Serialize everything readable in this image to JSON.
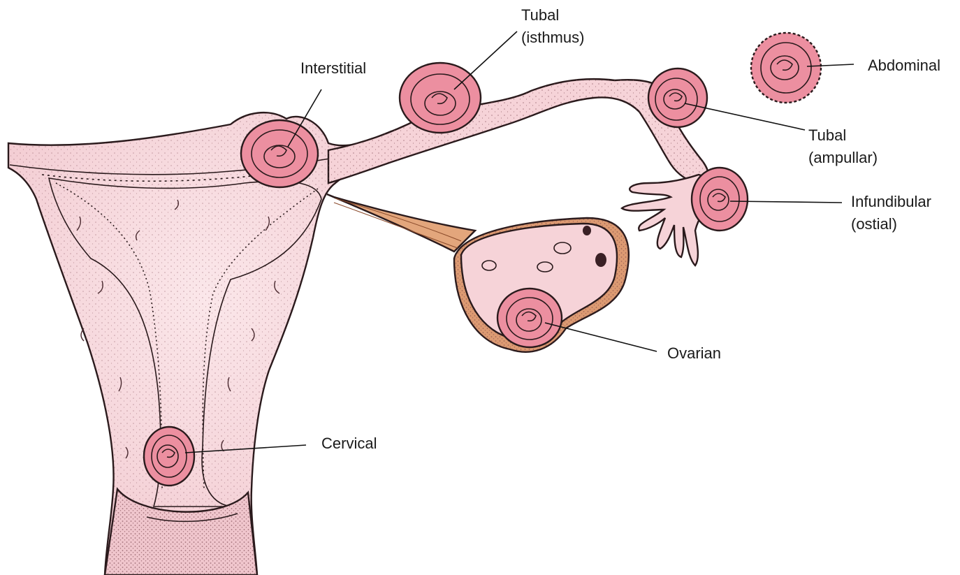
{
  "colors": {
    "tissue": "#f6d3d8",
    "tissue_light": "#fae4e7",
    "tissue_dark": "#e9a3ae",
    "sac": "#ec8fa0",
    "embryo": "#dcefff",
    "ligament": "#e3a67c",
    "ovary_rim": "#dc9a72",
    "outline": "#2a1a1c"
  },
  "labels": [
    {
      "id": "interstitial",
      "lines": [
        "Interstitial"
      ]
    },
    {
      "id": "tubal-isthmus",
      "lines": [
        "Tubal",
        "(isthmus)"
      ]
    },
    {
      "id": "abdominal",
      "lines": [
        "Abdominal"
      ]
    },
    {
      "id": "tubal-ampullar",
      "lines": [
        "Tubal",
        "(ampullar)"
      ]
    },
    {
      "id": "infundibular",
      "lines": [
        "Infundibular",
        "(ostial)"
      ]
    },
    {
      "id": "ovarian",
      "lines": [
        "Ovarian"
      ]
    },
    {
      "id": "cervical",
      "lines": [
        "Cervical"
      ]
    }
  ]
}
